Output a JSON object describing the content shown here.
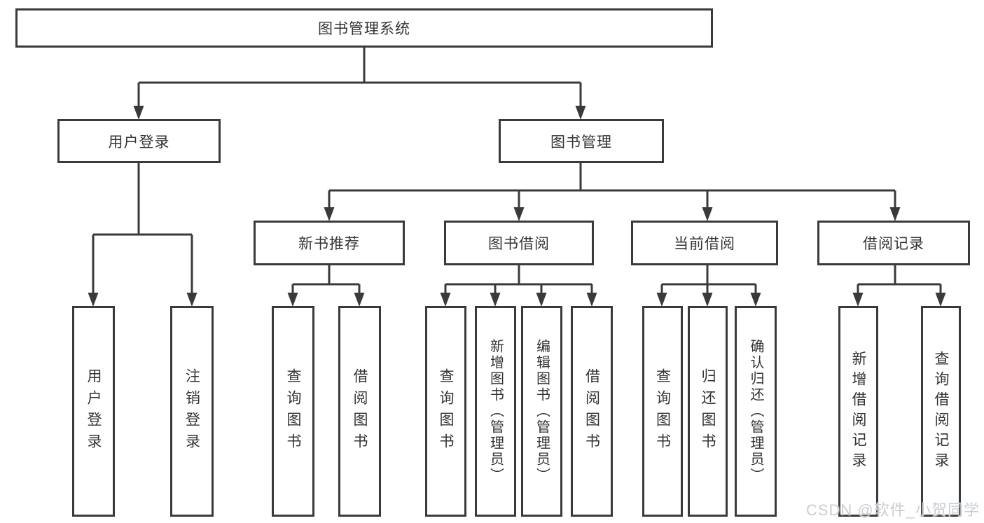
{
  "diagram": {
    "title": "图书管理系统",
    "root": {
      "label": "图书管理系统"
    },
    "level2": [
      {
        "id": "user-login",
        "label": "用户登录"
      },
      {
        "id": "book-management",
        "label": "图书管理"
      }
    ],
    "level3": [
      {
        "id": "new-book-recommend",
        "label": "新书推荐"
      },
      {
        "id": "book-borrowing",
        "label": "图书借阅"
      },
      {
        "id": "current-borrowing",
        "label": "当前借阅"
      },
      {
        "id": "borrowing-records",
        "label": "借阅记录"
      }
    ],
    "leaves": [
      {
        "id": "user-login",
        "label": "用户登录"
      },
      {
        "id": "logout",
        "label": "注销登录"
      },
      {
        "id": "query-books-1",
        "label": "查询图书"
      },
      {
        "id": "borrow-books-1",
        "label": "借阅图书"
      },
      {
        "id": "query-books-2",
        "label": "查询图书"
      },
      {
        "id": "add-book-admin",
        "label": "新增图书（管理员）"
      },
      {
        "id": "edit-book-admin",
        "label": "编辑图书（管理员）"
      },
      {
        "id": "borrow-books-2",
        "label": "借阅图书"
      },
      {
        "id": "query-books-3",
        "label": "查询图书"
      },
      {
        "id": "return-books",
        "label": "归还图书"
      },
      {
        "id": "confirm-return-admin",
        "label": "确认归还（管理员）"
      },
      {
        "id": "add-borrow-record",
        "label": "新增借阅记录"
      },
      {
        "id": "query-borrow-record",
        "label": "查询借阅记录"
      }
    ]
  },
  "watermark": {
    "text": "CSDN @软件_小贺同学"
  },
  "colors": {
    "line": "#3a3a3a",
    "box_border": "#3a3a3a",
    "box_fill": "#ffffff",
    "text": "#333333",
    "background": "#ffffff",
    "watermark": "#c9ced3"
  }
}
